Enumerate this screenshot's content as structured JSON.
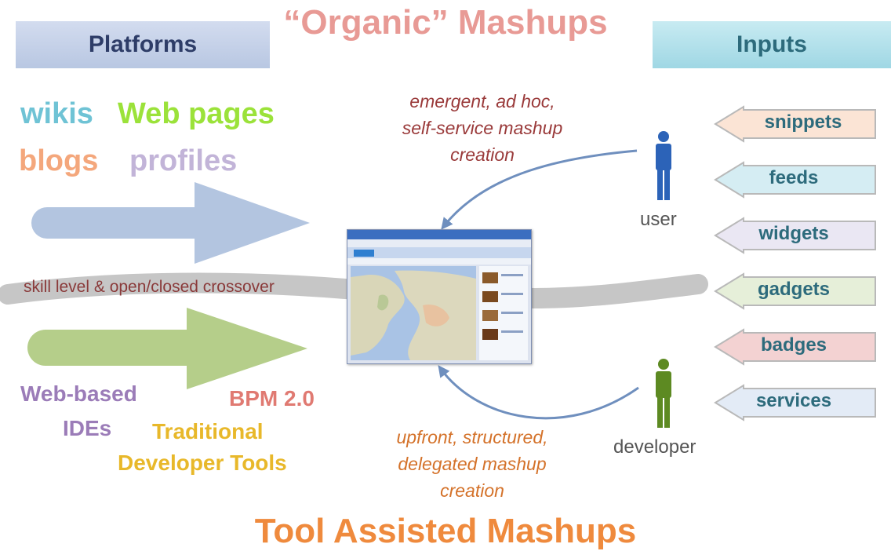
{
  "title_top": "“Organic” Mashups",
  "title_bottom": "Tool Assisted Mashups",
  "headers": {
    "platforms": "Platforms",
    "inputs": "Inputs"
  },
  "platforms": {
    "words": [
      {
        "text": "wikis",
        "color": "#6fc3d5"
      },
      {
        "text": "Web pages",
        "color": "#9be23a"
      },
      {
        "text": "blogs",
        "color": "#f4a77c"
      },
      {
        "text": "profiles",
        "color": "#c2b4d8"
      }
    ]
  },
  "tools": [
    {
      "text": "Web-based",
      "color": "#9b7cb8"
    },
    {
      "text": "IDEs",
      "color": "#9b7cb8"
    },
    {
      "text": "BPM 2.0",
      "color": "#e07a72"
    },
    {
      "text": "Traditional",
      "color": "#e8b82a"
    },
    {
      "text": "Developer Tools",
      "color": "#e8b82a"
    }
  ],
  "crossover_label": "skill level & open/closed crossover",
  "user_note": [
    "emergent, ad hoc,",
    "self-service mashup",
    "creation"
  ],
  "developer_note": [
    "upfront, structured,",
    "delegated mashup",
    "creation"
  ],
  "user_label": "user",
  "developer_label": "developer",
  "colors": {
    "user_note": "#9a3a3a",
    "developer_note": "#d4722a",
    "user_person": "#2c63b8",
    "developer_person": "#5d8a22",
    "top_arrow": "#b3c5e0",
    "bottom_arrow": "#b5ce8a",
    "curve_arrow": "#6f8fbe"
  },
  "inputs": [
    {
      "label": "snippets",
      "fill": "#fbe4d5"
    },
    {
      "label": "feeds",
      "fill": "#d5edf3"
    },
    {
      "label": "widgets",
      "fill": "#eae7f3"
    },
    {
      "label": "gadgets",
      "fill": "#e6efd9"
    },
    {
      "label": "badges",
      "fill": "#f3d2d2"
    },
    {
      "label": "services",
      "fill": "#e3ebf6"
    }
  ]
}
